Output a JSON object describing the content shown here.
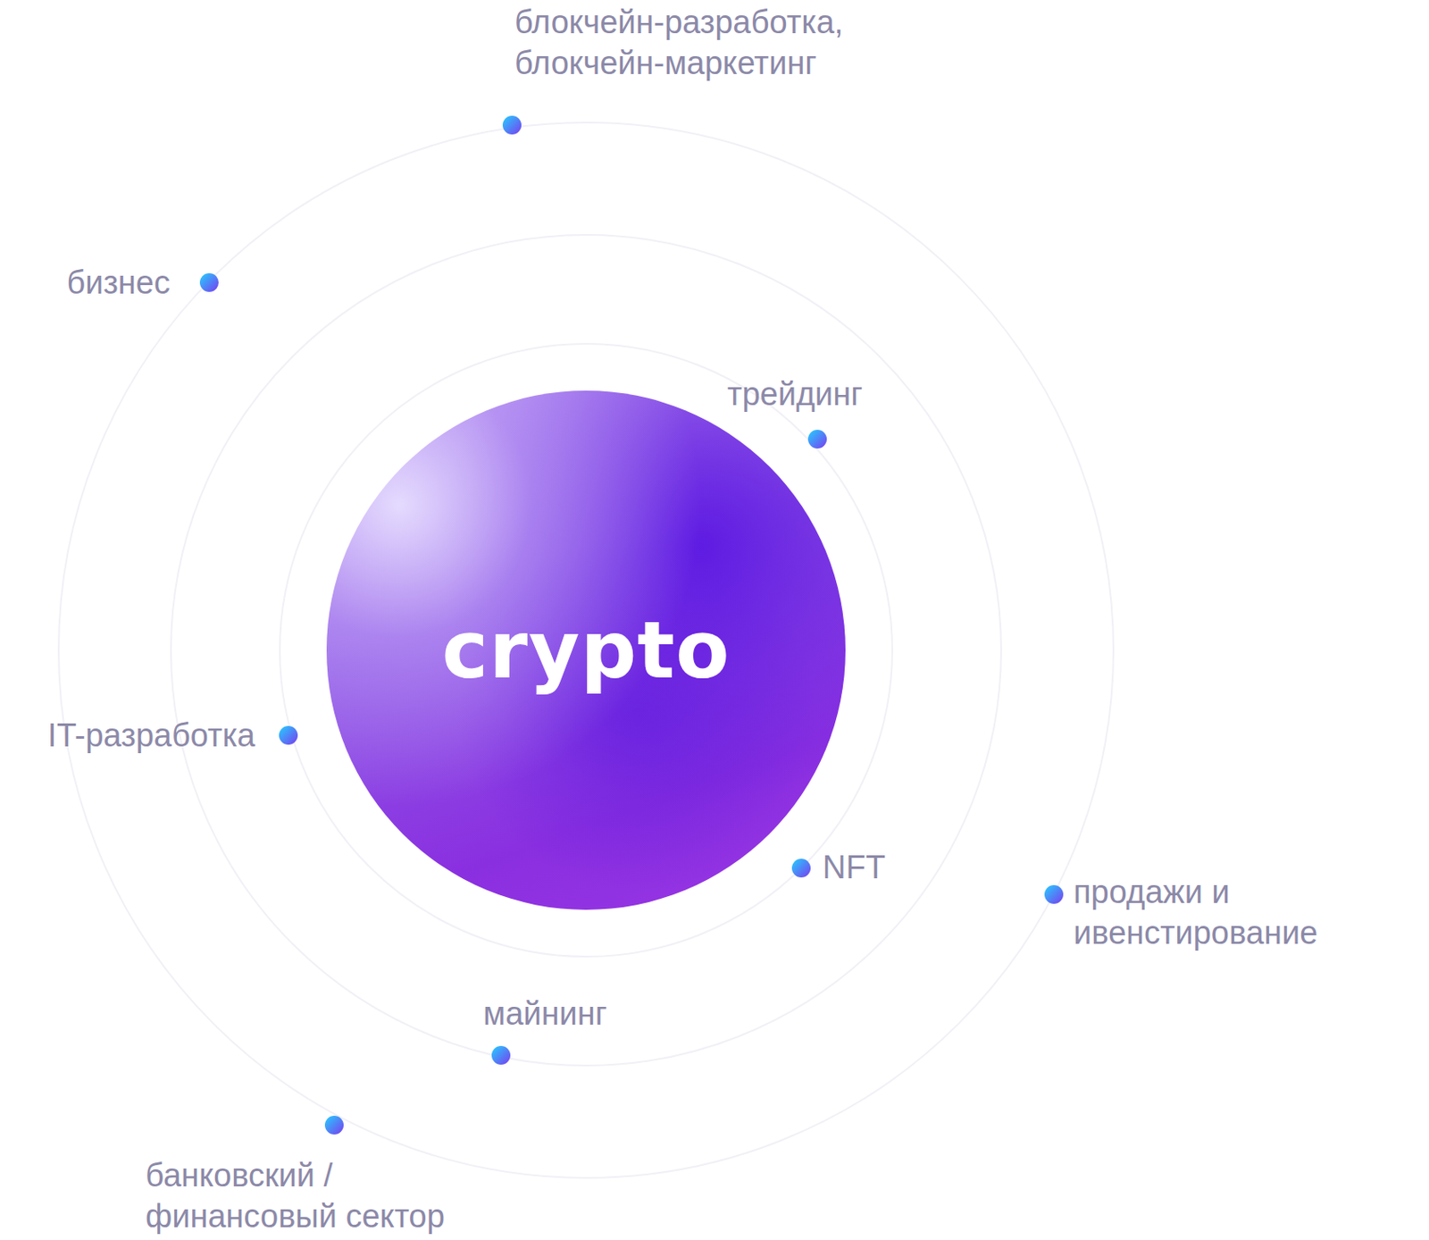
{
  "diagram": {
    "nodes": [
      {
        "text": [
          "crypto"
        ]
      }
    ],
    "labels": [
      "блокчейн-разработка, блокчейн-маркетинг",
      "бизнес",
      "трейдинг",
      "IT-разработка",
      "NFT",
      "продажи и ивенстирование",
      "майнинг",
      "банковский / финансовый сектор"
    ]
  }
}
